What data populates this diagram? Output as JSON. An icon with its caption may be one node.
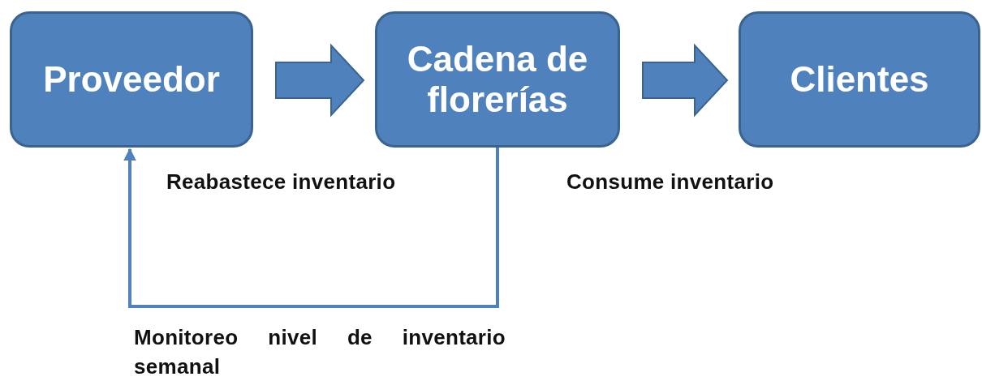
{
  "diagram": {
    "nodes": [
      {
        "text": [
          "Proveedor"
        ]
      },
      {
        "text": [
          "Cadena de florerías"
        ]
      },
      {
        "text": [
          "Clientes"
        ]
      }
    ],
    "edges": [
      {
        "from": 0,
        "to": 1,
        "arrow": "to",
        "style": "thick",
        "label": "Reabastece inventario"
      },
      {
        "from": 1,
        "to": 2,
        "arrow": "to",
        "style": "thick",
        "label": "Consume inventario"
      },
      {
        "from": 1,
        "to": 0,
        "arrow": "to",
        "label": "Monitoreo nivel de inventario semanal"
      }
    ]
  }
}
